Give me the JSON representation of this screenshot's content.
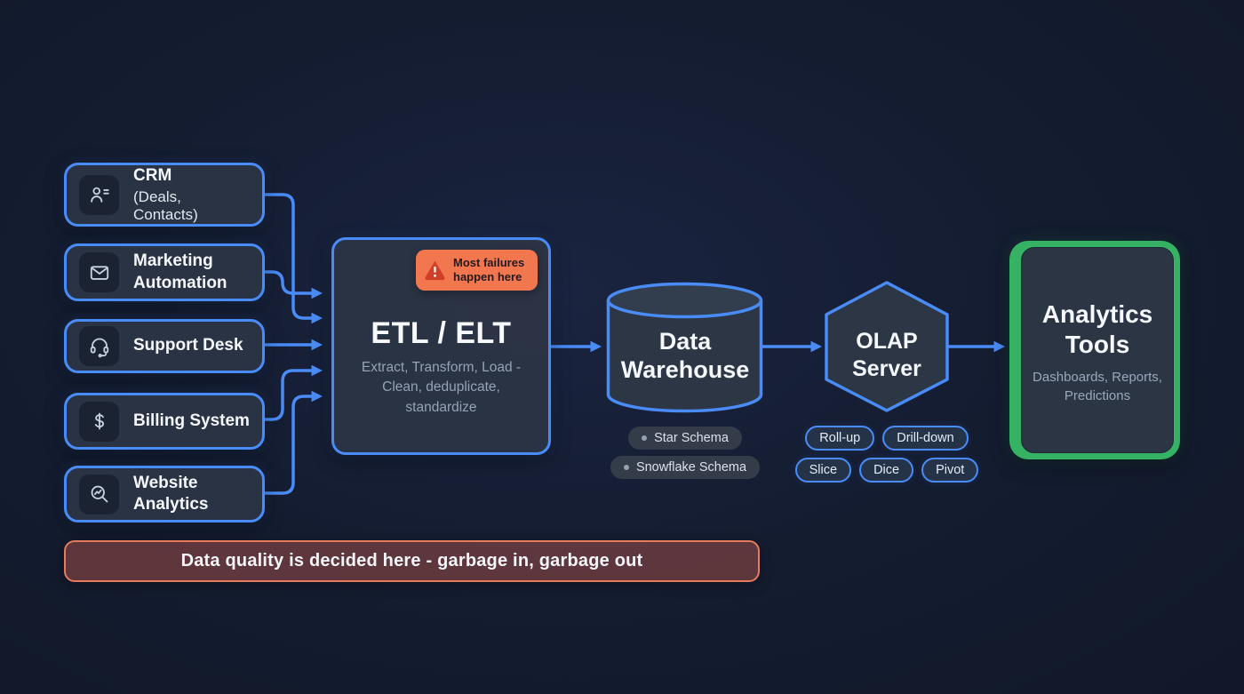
{
  "diagram_title": "Data pipeline: sources to analytics",
  "colors": {
    "background": "#141c30",
    "node_fill": "#2c3645",
    "accent_blue": "#4a8cf7",
    "accent_green": "#35b263",
    "warning_badge_orange": "#f3774e",
    "warning_triangle_red": "#d03f27",
    "banner_fill_red": "#8a4a47",
    "banner_border": "#e87a5c",
    "text_primary": "#f2f5fa",
    "text_muted": "#9aa7ba"
  },
  "sources": [
    {
      "title": "CRM",
      "subtitle": "(Deals, Contacts)",
      "icon": "contacts-icon"
    },
    {
      "title": "Marketing Automation",
      "icon": "mail-icon"
    },
    {
      "title": "Support Desk",
      "icon": "headset-icon"
    },
    {
      "title": "Billing System",
      "icon": "dollar-icon"
    },
    {
      "title": "Website Analytics",
      "icon": "chart-search-icon"
    }
  ],
  "etl": {
    "title": "ETL / ELT",
    "subtitle": "Extract, Transform, Load - Clean, deduplicate, standardize",
    "badge_text": "Most failures happen here",
    "badge_icon": "warning-icon"
  },
  "warehouse": {
    "title": "Data Warehouse",
    "shape": "database-cylinder",
    "tags": [
      "Star Schema",
      "Snowflake Schema"
    ]
  },
  "olap": {
    "title": "OLAP Server",
    "shape": "hexagon",
    "operations": [
      "Roll-up",
      "Drill-down",
      "Slice",
      "Dice",
      "Pivot"
    ]
  },
  "analytics": {
    "title": "Analytics Tools",
    "subtitle": "Dashboards, Reports, Predictions"
  },
  "banner": {
    "text": "Data quality is decided here - garbage in, garbage out"
  }
}
